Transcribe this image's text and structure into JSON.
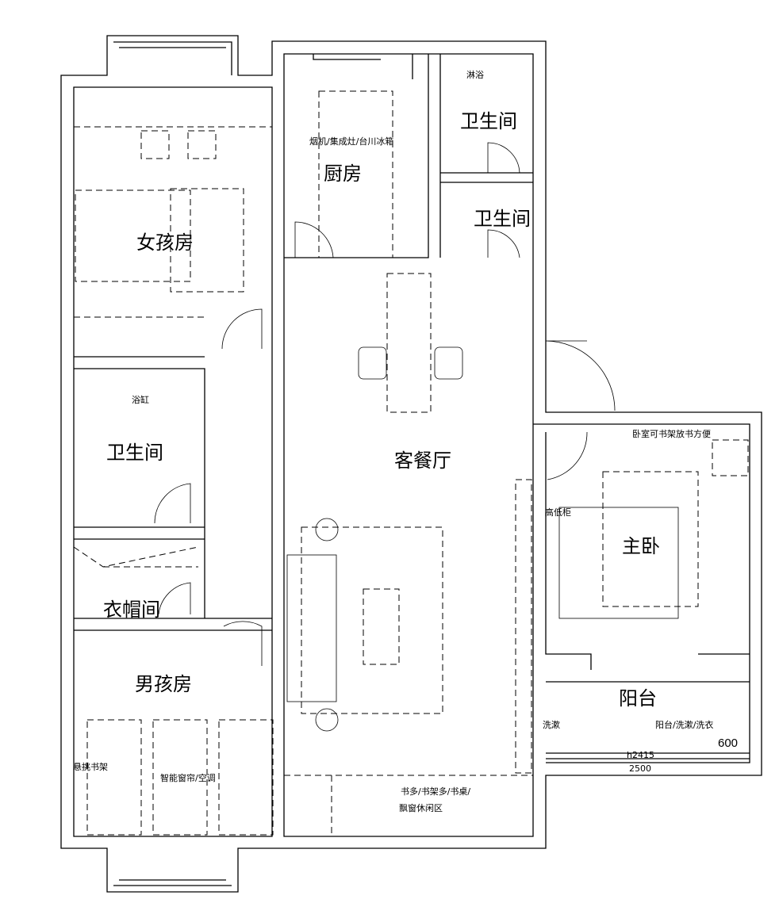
{
  "rooms": {
    "girl_room": "女孩房",
    "kitchen": "厨房",
    "bath_1": "卫生间",
    "bath_2": "卫生间",
    "bath_3": "卫生间",
    "living_dining": "客餐厅",
    "cloakroom": "衣帽间",
    "boy_room": "男孩房",
    "master_bedroom": "主卧",
    "balcony": "阳台"
  },
  "notes": {
    "kitchen_appliances": "烟机/集成灶/台川冰箱",
    "shower": "淋浴",
    "bathtub": "浴缸",
    "master_note": "卧室可书架放书方便",
    "cabinet": "高低柜",
    "wash": "洗漱",
    "balcony_note": "阳台/洗漱/洗衣",
    "dim_600": "600",
    "height": "h2415",
    "dim_2500": "2500",
    "shelf": "悬挑书架",
    "curtain": "智能窗帘/空调",
    "study_1": "书多/书架多/书桌/",
    "study_2": "飘窗休闲区"
  }
}
